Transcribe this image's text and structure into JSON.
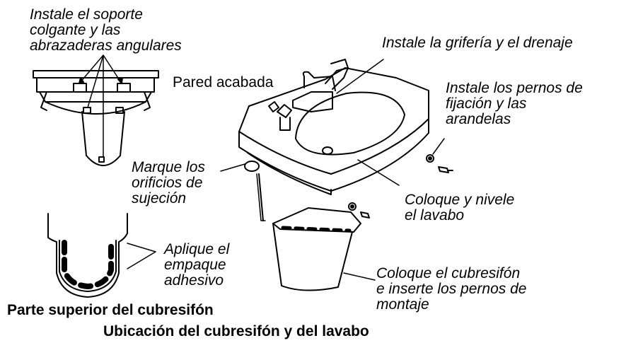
{
  "diagram": {
    "labels": {
      "bracket": [
        "Instale el soporte",
        "colgante y las",
        "abrazaderas angulares"
      ],
      "faucet_drain": "Instale la grifería y el drenaje",
      "finished_wall": "Pared acabada",
      "bolts_washers": [
        "Instale los pernos de",
        "fijación y las",
        "arandelas"
      ],
      "mark_holes": [
        "Marque los",
        "orificios de",
        "sujeción"
      ],
      "level_sink": [
        "Coloque y nivele",
        "el lavabo"
      ],
      "adhesive": [
        "Aplique el",
        "empaque",
        "adhesivo"
      ],
      "pedestal": [
        "Coloque el cubresifón",
        "e inserte los pernos de",
        "montaje"
      ]
    },
    "subcaption": "Parte superior del cubresifón",
    "title": "Ubicación del cubresifón y del lavabo"
  }
}
